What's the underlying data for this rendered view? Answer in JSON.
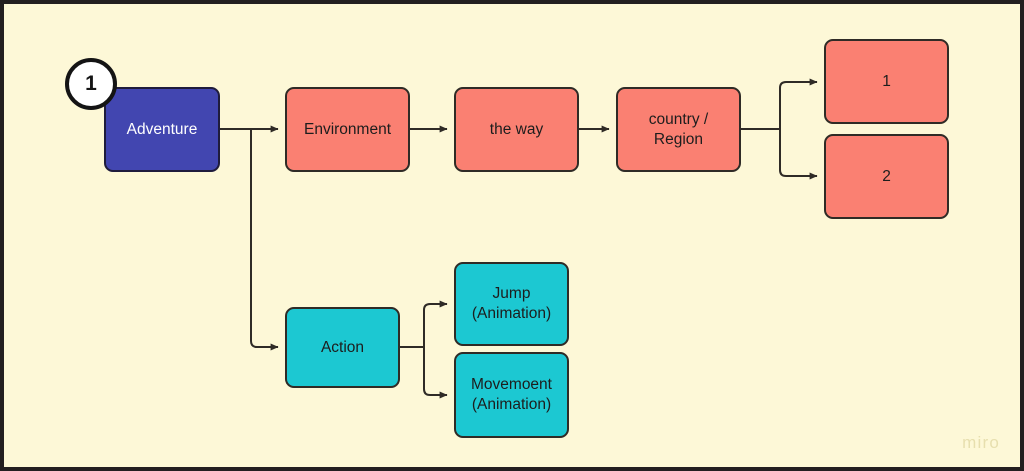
{
  "canvas": {
    "background_color": "#fdf8d7",
    "border_color": "#231f20",
    "watermark": "miro"
  },
  "palette": {
    "blue": "#4246b0",
    "pink": "#fa8072",
    "teal": "#1cc8d2",
    "stroke": "#2f2b26",
    "text_dark": "#1d1d1d",
    "text_light": "#ffffff"
  },
  "badge": {
    "label": "1"
  },
  "nodes": {
    "adventure": {
      "label": "Adventure"
    },
    "environment": {
      "label": "Environment"
    },
    "the_way": {
      "label": "the way"
    },
    "country_region": {
      "label": "country /\nRegion"
    },
    "result_one": {
      "label": "1"
    },
    "result_two": {
      "label": "2"
    },
    "action": {
      "label": "Action"
    },
    "jump": {
      "label": "Jump\n(Animation)"
    },
    "movement": {
      "label": "Movemoent\n(Animation)"
    }
  }
}
